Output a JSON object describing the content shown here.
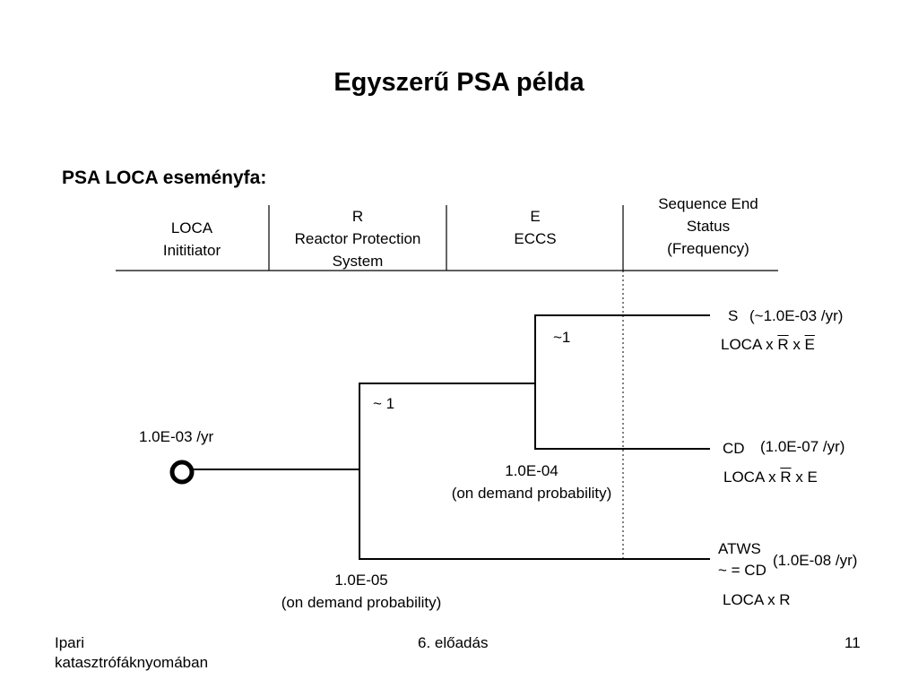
{
  "slide": {
    "title": "Egyszerű PSA példa",
    "subtitle": "PSA LOCA eseményfa:"
  },
  "headers": {
    "loca": [
      "LOCA",
      "Inititiator"
    ],
    "r": [
      "R",
      "Reactor Protection",
      "System"
    ],
    "e": [
      "E",
      "ECCS"
    ],
    "status": [
      "Sequence End",
      "Status",
      "(Frequency)"
    ]
  },
  "branches": {
    "initiator_freq": "1.0E-03 /yr",
    "rps_success_prob": "~ 1",
    "eccs_success_prob": "~1",
    "eccs_failure": [
      "1.0E-04",
      "(on demand probability)"
    ],
    "rps_failure": [
      "1.0E-05",
      "(on demand probability)"
    ]
  },
  "outcomes": {
    "s": {
      "code": "S",
      "freq": "(~1.0E-03 /yr)",
      "formula": {
        "a": "LOCA x ",
        "b": "R",
        "c": " x ",
        "d": "E"
      }
    },
    "cd": {
      "code": "CD",
      "freq": "(1.0E-07 /yr)",
      "formula": {
        "a": "LOCA x ",
        "b": "R",
        "c": " x E"
      }
    },
    "atws": {
      "code": [
        "ATWS",
        "~ = CD"
      ],
      "freq": "(1.0E-08 /yr)",
      "formula": "LOCA x R"
    }
  },
  "footer": {
    "left": [
      "Ipari",
      "katasztrófáknyomában"
    ],
    "center": "6. előadás",
    "page": "11"
  }
}
